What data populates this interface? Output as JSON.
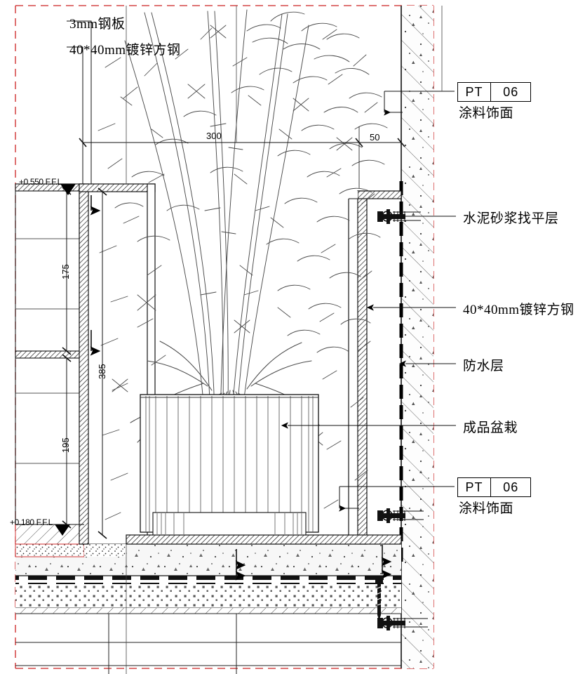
{
  "drawing": {
    "type": "architectural-section-detail",
    "title_visible": false,
    "colors": {
      "line": "#1a1a1a",
      "boundary_dashed": "#cc2222",
      "hatch": "#555555",
      "foliage": "#4a4a4a",
      "fill_light": "#f2f2f2"
    }
  },
  "callouts": {
    "top_left": [
      {
        "id": "steel-plate",
        "text": "3mm钢板"
      },
      {
        "id": "galvanized-tube-top",
        "text": "40*40mm镀锌方钢"
      }
    ],
    "right": [
      {
        "id": "cement-screed",
        "text": "水泥砂浆找平层"
      },
      {
        "id": "galvanized-tube-right",
        "text": "40*40mm镀锌方钢"
      },
      {
        "id": "waterproof-layer",
        "text": "防水层"
      },
      {
        "id": "finished-planter",
        "text": "成品盆栽"
      }
    ]
  },
  "material_tags": [
    {
      "id": "pt-06-upper",
      "code": "PT",
      "number": "06",
      "caption": "涂料饰面"
    },
    {
      "id": "pt-06-lower",
      "code": "PT",
      "number": "06",
      "caption": "涂料饰面"
    }
  ],
  "dimensions": {
    "horizontal": [
      {
        "id": "dim-300",
        "value": "300"
      },
      {
        "id": "dim-50",
        "value": "50"
      }
    ],
    "vertical": [
      {
        "id": "dim-175",
        "value": "175"
      },
      {
        "id": "dim-385",
        "value": "385"
      },
      {
        "id": "dim-195",
        "value": "195"
      }
    ]
  },
  "levels": [
    {
      "id": "ffl-upper",
      "text": "+0.550 F.F.L"
    },
    {
      "id": "ffl-lower",
      "text": "+0.180 F.F.L"
    }
  ]
}
